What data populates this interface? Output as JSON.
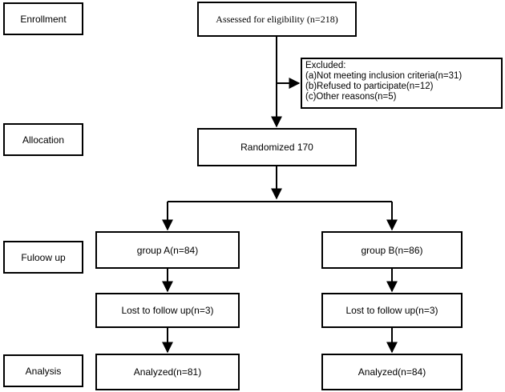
{
  "stages": {
    "enrollment": "Enrollment",
    "allocation": "Allocation",
    "follow_up": "Fuloow up",
    "analysis": "Analysis"
  },
  "assessed": "Assessed for eligibility (n=218)",
  "excluded": {
    "title": "Excluded:",
    "items": [
      "(a)Not meeting inclusion criteria(n=31)",
      "(b)Refused to participate(n=12)",
      "(c)Other reasons(n=5)"
    ]
  },
  "randomized": "Randomized 170",
  "group_a": {
    "label": "group A(n=84)",
    "lost": "Lost to follow up(n=3)",
    "analyzed": "Analyzed(n=81)"
  },
  "group_b": {
    "label": "group B(n=86)",
    "lost": "Lost to follow up(n=3)",
    "analyzed": "Analyzed(n=84)"
  }
}
